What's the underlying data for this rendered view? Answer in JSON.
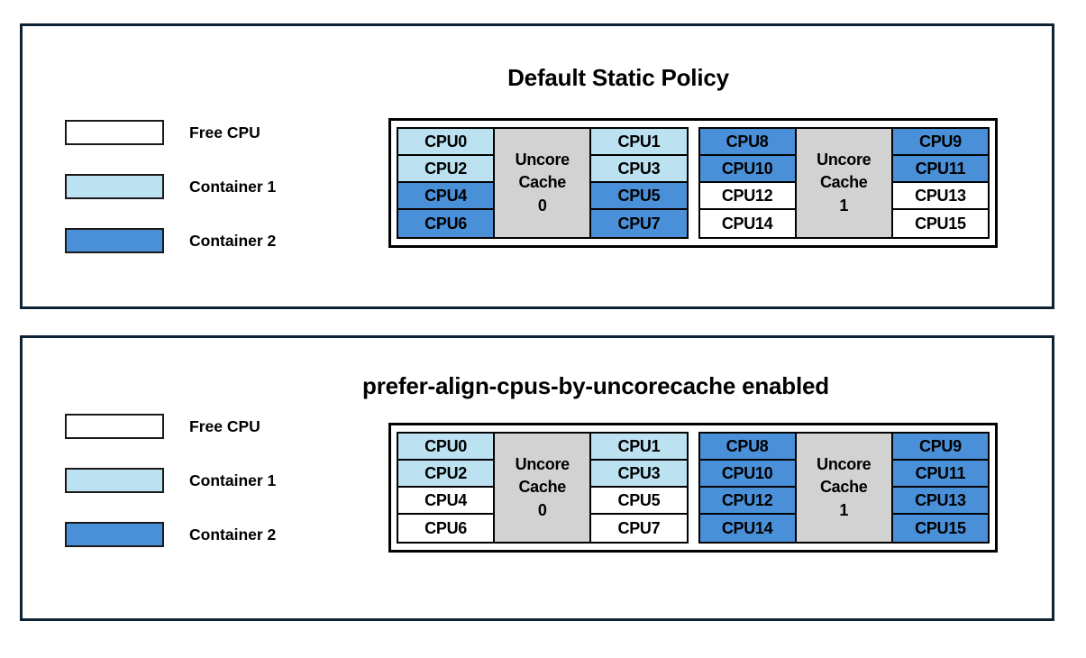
{
  "colors": {
    "free_cpu": "#ffffff",
    "container_1": "#bce2f2",
    "container_2": "#4a90d9",
    "cache": "#d2d2d2",
    "frame": "#0d2233",
    "cell_border": "#000000"
  },
  "legend": {
    "items": [
      {
        "label": "Free CPU",
        "fill": "free"
      },
      {
        "label": "Container 1",
        "fill": "container1"
      },
      {
        "label": "Container 2",
        "fill": "container2"
      }
    ]
  },
  "panels": [
    {
      "title": "Default Static Policy",
      "sockets": [
        {
          "cache_label_line1": "Uncore",
          "cache_label_line2": "Cache",
          "cache_label_line3": "0",
          "left_column": [
            {
              "label": "CPU0",
              "fill": "container1"
            },
            {
              "label": "CPU2",
              "fill": "container1"
            },
            {
              "label": "CPU4",
              "fill": "container2"
            },
            {
              "label": "CPU6",
              "fill": "container2"
            }
          ],
          "right_column": [
            {
              "label": "CPU1",
              "fill": "container1"
            },
            {
              "label": "CPU3",
              "fill": "container1"
            },
            {
              "label": "CPU5",
              "fill": "container2"
            },
            {
              "label": "CPU7",
              "fill": "container2"
            }
          ]
        },
        {
          "cache_label_line1": "Uncore",
          "cache_label_line2": "Cache",
          "cache_label_line3": "1",
          "left_column": [
            {
              "label": "CPU8",
              "fill": "container2"
            },
            {
              "label": "CPU10",
              "fill": "container2"
            },
            {
              "label": "CPU12",
              "fill": "free"
            },
            {
              "label": "CPU14",
              "fill": "free"
            }
          ],
          "right_column": [
            {
              "label": "CPU9",
              "fill": "container2"
            },
            {
              "label": "CPU11",
              "fill": "container2"
            },
            {
              "label": "CPU13",
              "fill": "free"
            },
            {
              "label": "CPU15",
              "fill": "free"
            }
          ]
        }
      ]
    },
    {
      "title": "prefer-align-cpus-by-uncorecache enabled",
      "sockets": [
        {
          "cache_label_line1": "Uncore",
          "cache_label_line2": "Cache",
          "cache_label_line3": "0",
          "left_column": [
            {
              "label": "CPU0",
              "fill": "container1"
            },
            {
              "label": "CPU2",
              "fill": "container1"
            },
            {
              "label": "CPU4",
              "fill": "free"
            },
            {
              "label": "CPU6",
              "fill": "free"
            }
          ],
          "right_column": [
            {
              "label": "CPU1",
              "fill": "container1"
            },
            {
              "label": "CPU3",
              "fill": "container1"
            },
            {
              "label": "CPU5",
              "fill": "free"
            },
            {
              "label": "CPU7",
              "fill": "free"
            }
          ]
        },
        {
          "cache_label_line1": "Uncore",
          "cache_label_line2": "Cache",
          "cache_label_line3": "1",
          "left_column": [
            {
              "label": "CPU8",
              "fill": "container2"
            },
            {
              "label": "CPU10",
              "fill": "container2"
            },
            {
              "label": "CPU12",
              "fill": "container2"
            },
            {
              "label": "CPU14",
              "fill": "container2"
            }
          ],
          "right_column": [
            {
              "label": "CPU9",
              "fill": "container2"
            },
            {
              "label": "CPU11",
              "fill": "container2"
            },
            {
              "label": "CPU13",
              "fill": "container2"
            },
            {
              "label": "CPU15",
              "fill": "container2"
            }
          ]
        }
      ]
    }
  ]
}
